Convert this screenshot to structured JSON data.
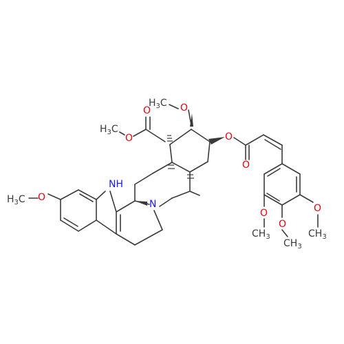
{
  "molecule": {
    "colors": {
      "bond": "#3a3a3a",
      "oxygen": "#e8000b",
      "nitrogen": "#1a1af0",
      "carbon": "#3a3a3a"
    },
    "labels": {
      "ome_top_c": "H",
      "ome_top_sub": "3",
      "ome_top_tail": "C",
      "o_ome_top": "O",
      "ester_me_c": "H",
      "ester_me_sub": "3",
      "ester_me_tail": "C",
      "o_ester_single": "O",
      "o_ester_double": "O",
      "o_acyl": "O",
      "o_carbonyl_right": "O",
      "indole_nh_n": "N",
      "indole_nh_h": "H",
      "n_tertiary": "N",
      "ome_left_c": "H",
      "ome_left_sub": "3",
      "ome_left_tail": "C",
      "o_ome_left": "O",
      "o_aryl_left": "O",
      "o_aryl_mid": "O",
      "o_aryl_right": "O",
      "ch3_left_c": "CH",
      "ch3_left_sub": "3",
      "ch3_mid_c": "CH",
      "ch3_mid_sub": "3",
      "ch3_right_c": "CH",
      "ch3_right_sub": "3"
    }
  }
}
